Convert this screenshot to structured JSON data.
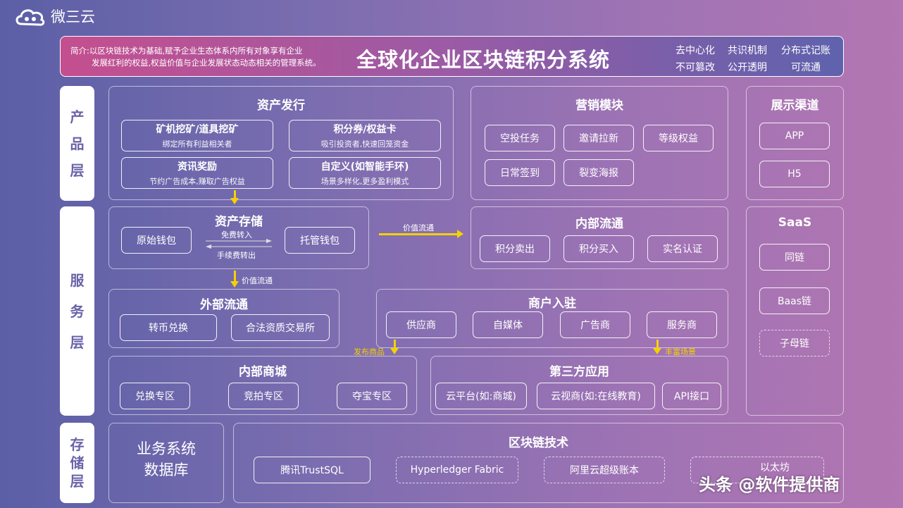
{
  "brand": {
    "name": "微三云"
  },
  "header": {
    "intro_line1": "简介:以区块链技术为基础,赋予企业生态体系内所有对象享有企业",
    "intro_line2": "发展红利的权益,权益价值与企业发展状态动态相关的管理系统。",
    "title": "全球化企业区块链积分系统",
    "features": [
      "去中心化",
      "共识机制",
      "分布式记账",
      "不可篡改",
      "公开透明",
      "可流通"
    ]
  },
  "layers": {
    "product": "产品层",
    "service": "服务层",
    "storage": "存储层"
  },
  "asset_issue": {
    "title": "资产发行",
    "items": [
      {
        "title": "矿机挖矿/道具挖矿",
        "sub": "绑定所有利益相关者"
      },
      {
        "title": "积分券/权益卡",
        "sub": "吸引投资者,快速回笼资金"
      },
      {
        "title": "资讯奖励",
        "sub": "节约广告成本,赚取广告权益"
      },
      {
        "title": "自定义(如智能手环)",
        "sub": "场景多样化,更多盈利模式"
      }
    ]
  },
  "marketing": {
    "title": "营销模块",
    "items": [
      "空投任务",
      "邀请拉新",
      "等级权益",
      "日常签到",
      "裂变海报"
    ]
  },
  "display": {
    "title": "展示渠道",
    "items": [
      "APP",
      "H5"
    ]
  },
  "asset_storage": {
    "title": "资产存储",
    "left": "原始钱包",
    "right": "托管钱包",
    "top_label": "免费转入",
    "bottom_label": "手续费转出"
  },
  "value_flow_label": "价值流通",
  "internal_flow": {
    "title": "内部流通",
    "items": [
      "积分卖出",
      "积分买入",
      "实名认证"
    ]
  },
  "saas": {
    "title": "SaaS",
    "items": [
      "同链",
      "Baas链",
      "子母链"
    ]
  },
  "external_flow": {
    "title": "外部流通",
    "items": [
      "转币兑换",
      "合法资质交易所"
    ]
  },
  "merchant": {
    "title": "商户入驻",
    "items": [
      "供应商",
      "自媒体",
      "广告商",
      "服务商"
    ]
  },
  "publish_label": "发布商品",
  "rich_label": "丰富场景",
  "internal_mall": {
    "title": "内部商城",
    "items": [
      "兑换专区",
      "竞拍专区",
      "夺宝专区"
    ]
  },
  "third_party": {
    "title": "第三方应用",
    "items": [
      "云平台(如:商城)",
      "云视商(如:在线教育)",
      "API接口"
    ]
  },
  "database": {
    "line1": "业务系统",
    "line2": "数据库"
  },
  "blockchain": {
    "title": "区块链技术",
    "items": [
      "腾讯TrustSQL",
      "Hyperledger Fabric",
      "阿里云超级账本",
      "以太坊"
    ]
  },
  "watermark": {
    "text": "头条 @软件提供商"
  },
  "colors": {
    "accent": "#f5d100",
    "header_bg_start": "#c44f8f",
    "header_bg_end": "#5f62ad",
    "layer_text": "#6a63a8"
  }
}
